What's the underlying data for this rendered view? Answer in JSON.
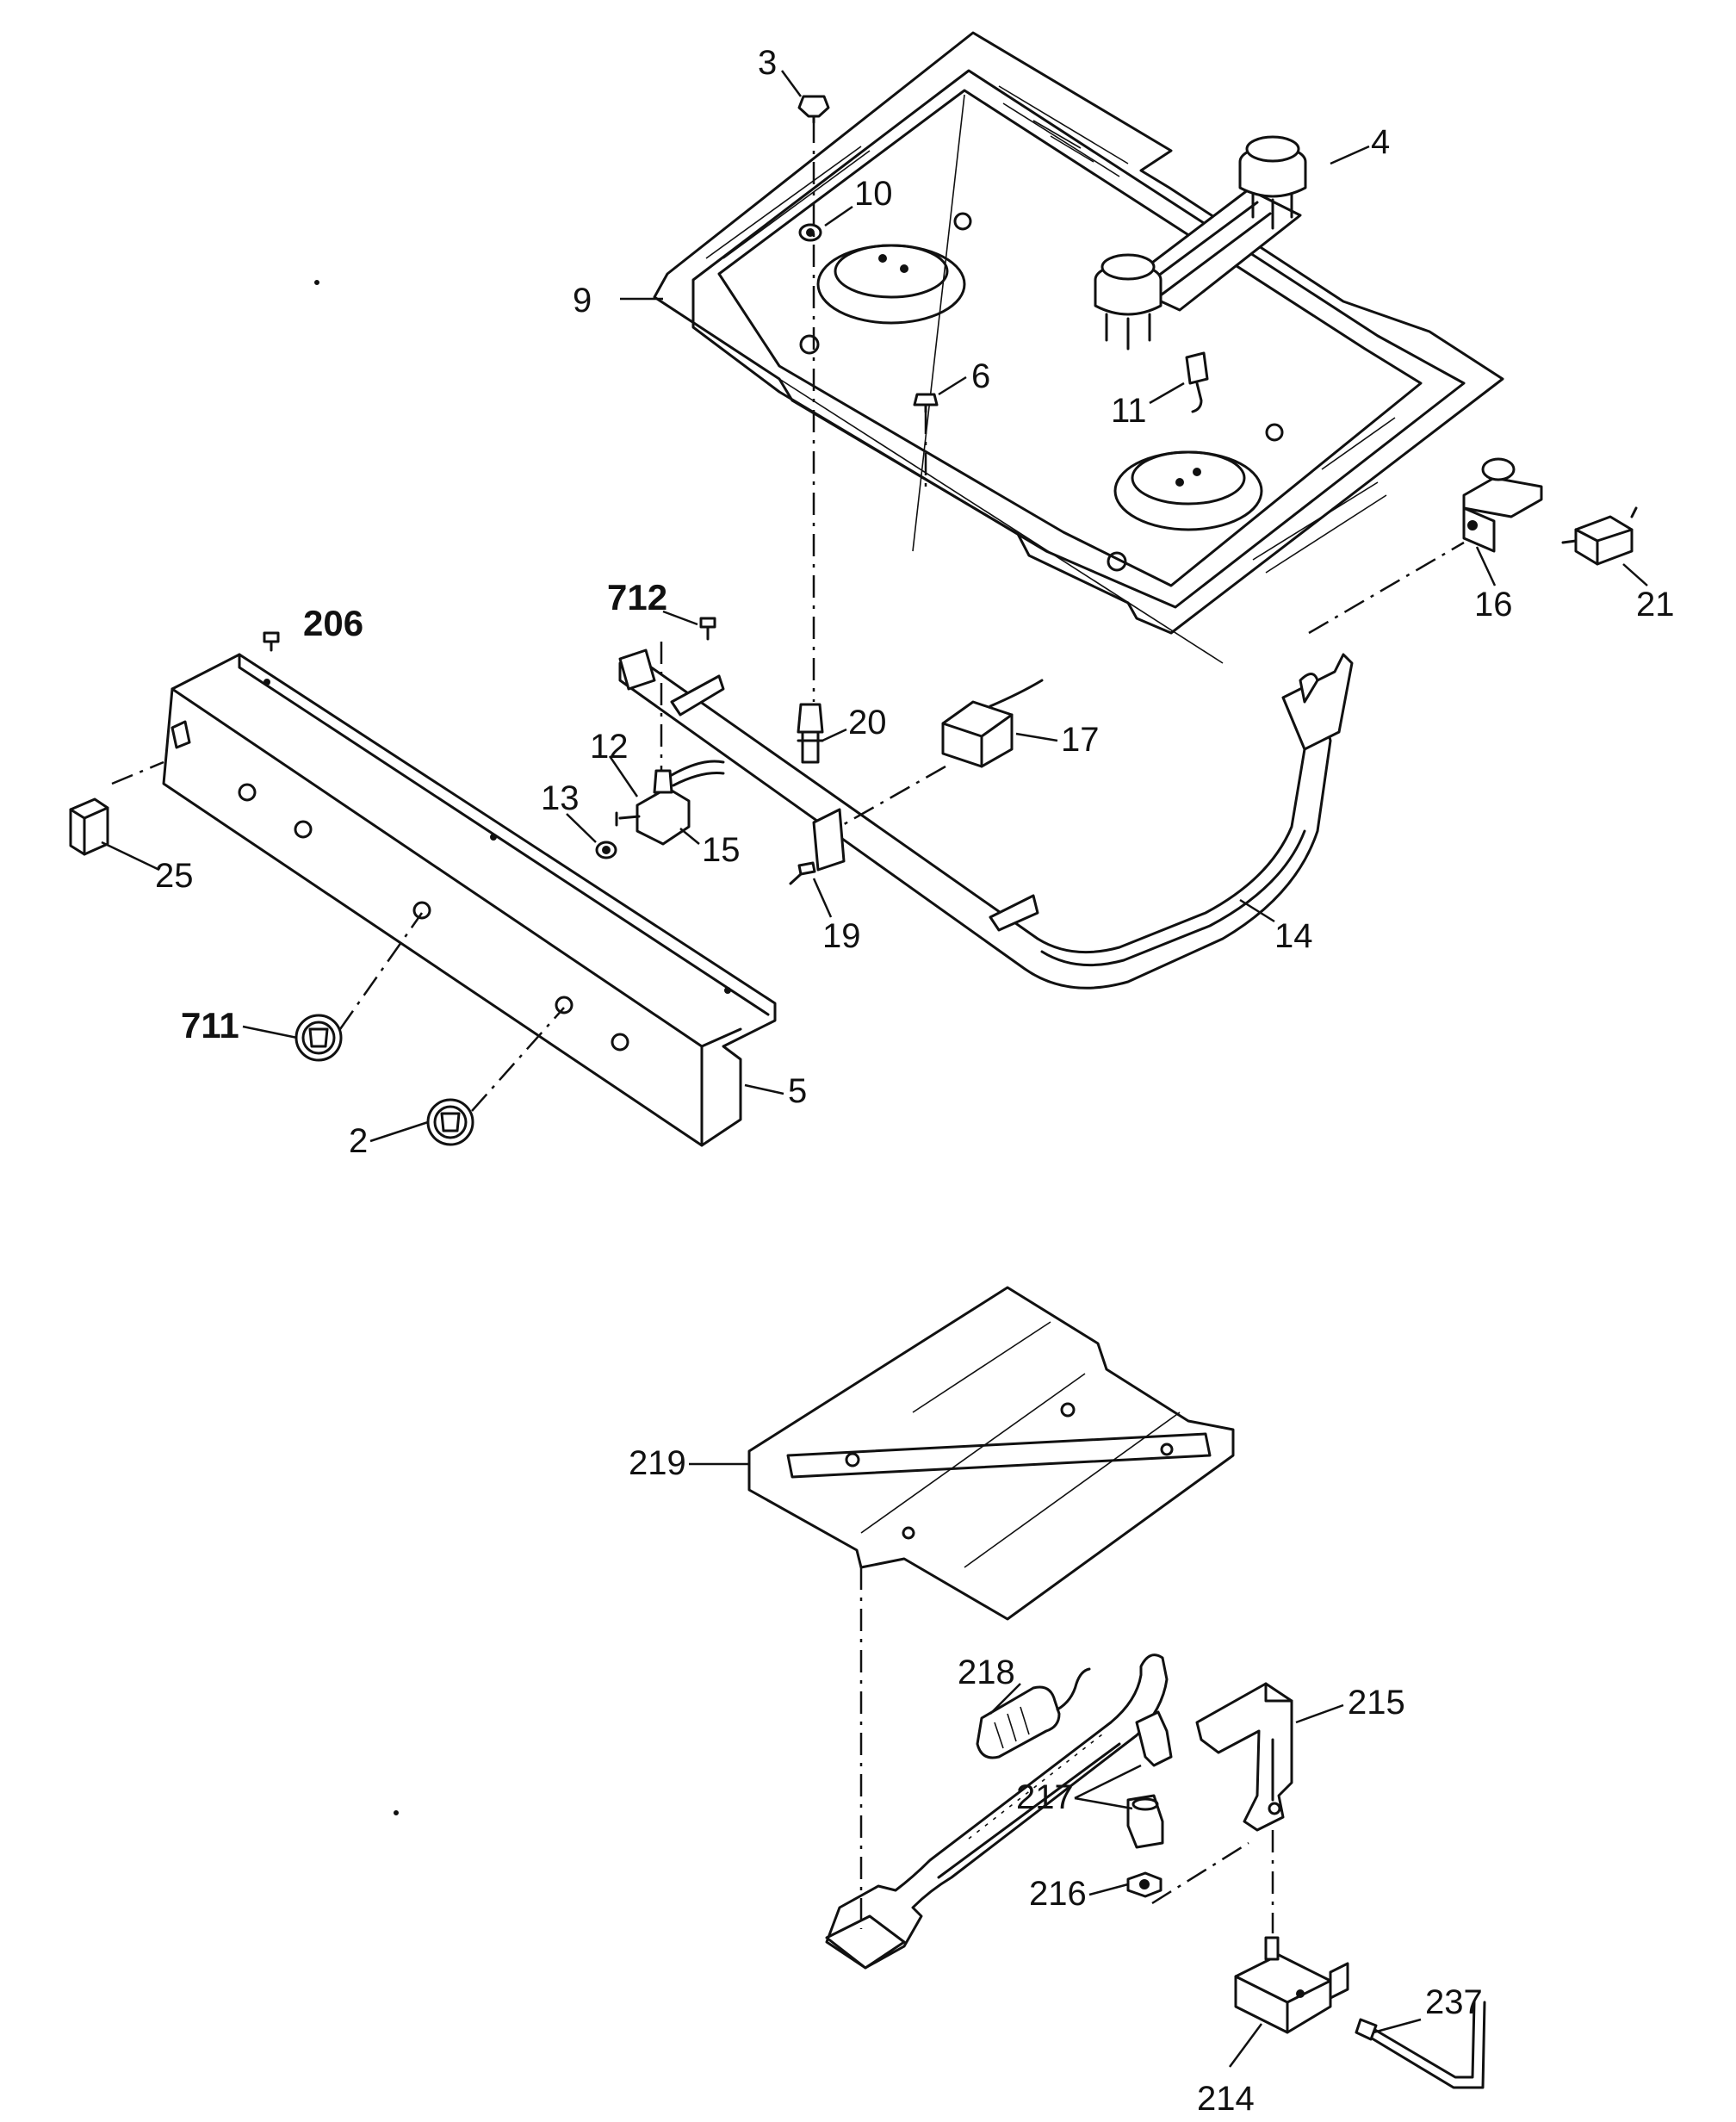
{
  "callouts": [
    {
      "id": "c3",
      "text": "3"
    },
    {
      "id": "c4",
      "text": "4"
    },
    {
      "id": "c10",
      "text": "10"
    },
    {
      "id": "c9",
      "text": "9"
    },
    {
      "id": "c6",
      "text": "6"
    },
    {
      "id": "c11",
      "text": "11"
    },
    {
      "id": "c16",
      "text": "16"
    },
    {
      "id": "c21",
      "text": "21"
    },
    {
      "id": "c712",
      "text": "712"
    },
    {
      "id": "c206",
      "text": "206"
    },
    {
      "id": "c20",
      "text": "20"
    },
    {
      "id": "c17",
      "text": "17"
    },
    {
      "id": "c12",
      "text": "12"
    },
    {
      "id": "c13",
      "text": "13"
    },
    {
      "id": "c15",
      "text": "15"
    },
    {
      "id": "c25",
      "text": "25"
    },
    {
      "id": "c19",
      "text": "19"
    },
    {
      "id": "c14",
      "text": "14"
    },
    {
      "id": "c711",
      "text": "711"
    },
    {
      "id": "c5",
      "text": "5"
    },
    {
      "id": "c2",
      "text": "2"
    },
    {
      "id": "c219",
      "text": "219"
    },
    {
      "id": "c218",
      "text": "218"
    },
    {
      "id": "c215",
      "text": "215"
    },
    {
      "id": "c217",
      "text": "217"
    },
    {
      "id": "c216",
      "text": "216"
    },
    {
      "id": "c237",
      "text": "237"
    },
    {
      "id": "c214",
      "text": "214"
    }
  ]
}
